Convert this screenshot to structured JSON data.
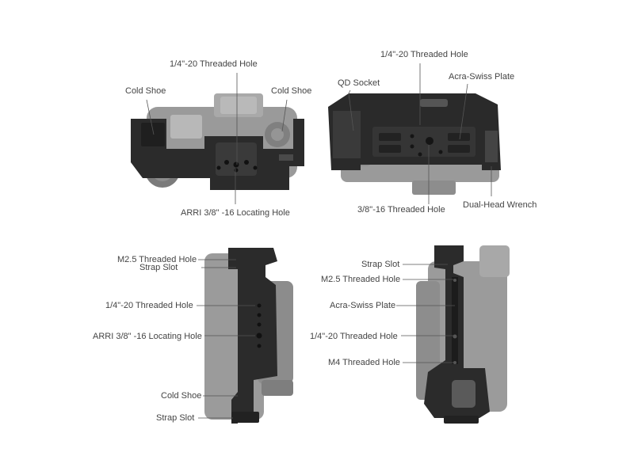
{
  "diagram": {
    "top_left_view": {
      "labels": {
        "threaded_hole_top": "1/4\"-20 Threaded Hole",
        "cold_shoe_left": "Cold Shoe",
        "cold_shoe_right": "Cold Shoe",
        "arri_hole": "ARRI 3/8\" -16 Locating Hole"
      }
    },
    "top_right_view": {
      "labels": {
        "threaded_hole_top": "1/4\"-20 Threaded Hole",
        "qd_socket": "QD Socket",
        "acra_swiss": "Acra-Swiss Plate",
        "threaded_hole_38": "3/8\"-16 Threaded Hole",
        "dual_head_wrench": "Dual-Head Wrench"
      }
    },
    "bottom_left_view": {
      "labels": {
        "m25": "M2.5 Threaded Hole",
        "strap_slot_top": "Strap Slot",
        "threaded_hole_14": "1/4\"-20 Threaded Hole",
        "arri_hole": "ARRI 3/8\" -16 Locating Hole",
        "cold_shoe": "Cold Shoe",
        "strap_slot_bottom": "Strap Slot"
      }
    },
    "bottom_right_view": {
      "labels": {
        "strap_slot": "Strap Slot",
        "m25": "M2.5 Threaded Hole",
        "acra_swiss": "Acra-Swiss Plate",
        "threaded_hole_14": "1/4\"-20 Threaded Hole",
        "m4": "M4 Threaded Hole"
      }
    }
  }
}
